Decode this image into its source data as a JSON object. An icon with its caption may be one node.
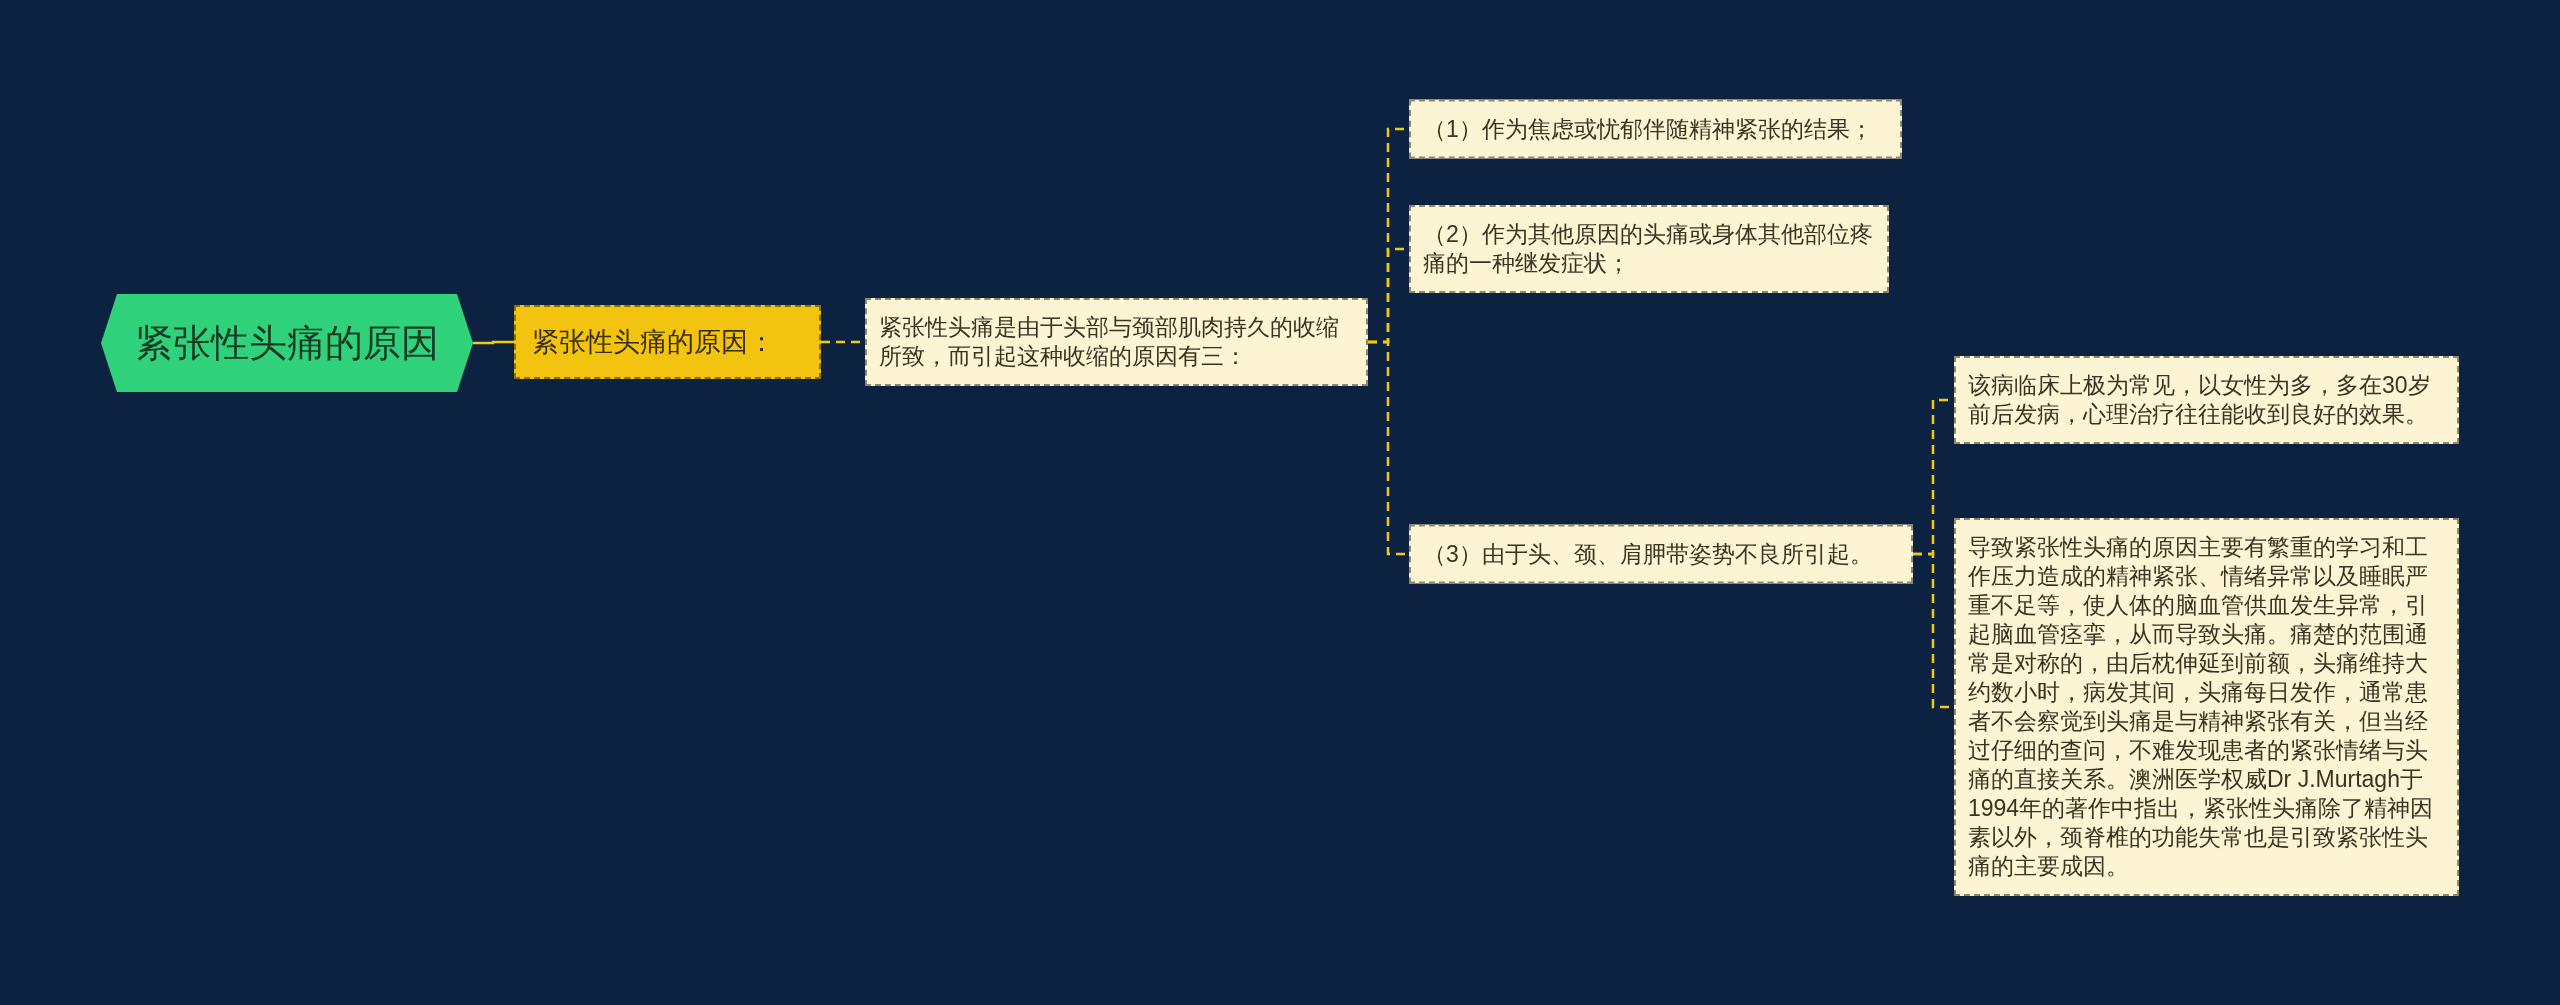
{
  "diagram": {
    "nodes": [
      {
        "text": [
          "紧张性头痛的原因"
        ]
      },
      {
        "text": [
          "紧张性头痛的原因："
        ]
      },
      {
        "text": [
          "紧张性头痛是由于头部与颈部肌肉持久的收缩所致，而引起这种收缩的原因有三："
        ]
      },
      {
        "text": [
          "（1）作为焦虑或忧郁伴随精神紧张的结果；"
        ]
      },
      {
        "text": [
          "（2）作为其他原因的头痛或身体其他部位疼痛的一种继发症状；"
        ]
      },
      {
        "text": [
          "（3）由于头、颈、肩胛带姿势不良所引起。"
        ]
      },
      {
        "text": [
          "该病临床上极为常见，以女性为多，多在30岁前后发病，心理治疗往往能收到良好的效果。"
        ]
      },
      {
        "text": [
          "导致紧张性头痛的原因主要有繁重的学习和工作压力造成的精神紧张、情绪异常以及睡眠严重不足等，使人体的脑血管供血发生异常，引起脑血管痉挛，从而导致头痛。痛楚的范围通常是对称的，由后枕伸延到前额，头痛维持大约数小时，病发其间，头痛每日发作，通常患者不会察觉到头痛是与精神紧张有关，但当经过仔细的查问，不难发现患者的紧张情绪与头痛的直接关系。澳洲医学权威Dr J.Murtagh于1994年的著作中指出，紧张性头痛除了精神因素以外，颈脊椎的功能失常也是引致紧张性头痛的主要成因。"
        ]
      }
    ],
    "edges": [
      {
        "from": 0,
        "to": 1,
        "arrow": "none"
      },
      {
        "from": 1,
        "to": 2,
        "arrow": "none",
        "style": "dashed"
      },
      {
        "from": 2,
        "to": 3,
        "arrow": "none",
        "style": "dashed"
      },
      {
        "from": 2,
        "to": 4,
        "arrow": "none",
        "style": "dashed"
      },
      {
        "from": 2,
        "to": 5,
        "arrow": "none",
        "style": "dashed"
      },
      {
        "from": 5,
        "to": 6,
        "arrow": "none",
        "style": "dashed"
      },
      {
        "from": 5,
        "to": 7,
        "arrow": "none",
        "style": "dashed"
      }
    ]
  }
}
